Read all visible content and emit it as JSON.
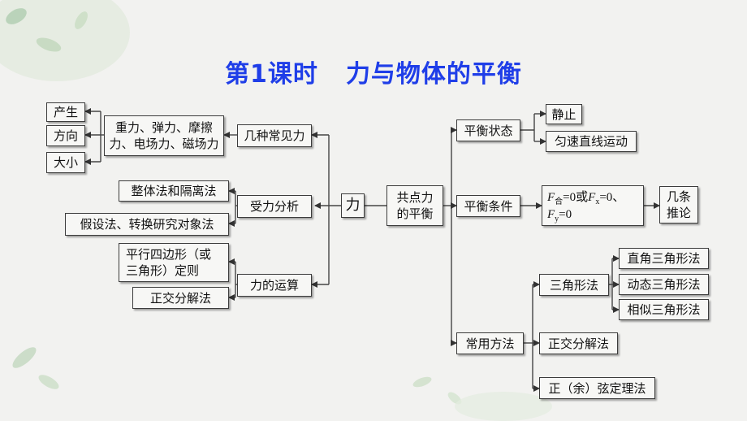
{
  "title": {
    "part1": "第1课时",
    "part2": "力与物体的平衡"
  },
  "left": {
    "common_forces": "几种常见力",
    "common_forces_list": "重力、弹力、摩擦\n力、电场力、磁场力",
    "attributes": [
      "产生",
      "方向",
      "大小"
    ],
    "force_analysis": "受力分析",
    "analysis_methods": [
      "整体法和隔离法",
      "假设法、转换研究对象法"
    ],
    "force_operation": "力的运算",
    "operation_methods": [
      "平行四边形（或\n三角形）定则",
      "正交分解法"
    ]
  },
  "center": {
    "force": "力",
    "equilibrium": "共点力\n的平衡"
  },
  "right": {
    "state": "平衡状态",
    "states": [
      "静止",
      "匀速直线运动"
    ],
    "condition": "平衡条件",
    "condition_formula": {
      "f_sum": "F",
      "f_sum_sub": "合",
      "eq0": "=0或",
      "fx": "F",
      "fx_sub": "x",
      "eq1": "=0、",
      "fy": "F",
      "fy_sub": "y",
      "eq2": "=0"
    },
    "several_inference": "几条\n推论",
    "methods": "常用方法",
    "method_list": [
      "三角形法",
      "正交分解法",
      "正（余）弦定理法"
    ],
    "triangle_methods": [
      "直角三角形法",
      "动态三角形法",
      "相似三角形法"
    ]
  }
}
